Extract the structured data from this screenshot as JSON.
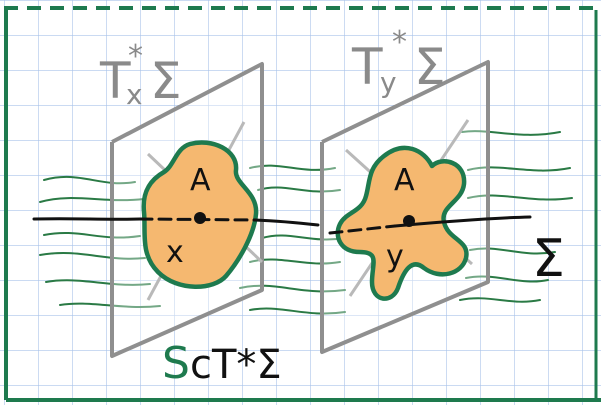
{
  "labels": {
    "tangent_x": "T",
    "tangent_x_star": "*",
    "tangent_x_sub": "x",
    "tangent_x_sigma": "Σ",
    "tangent_y": "T",
    "tangent_y_star": "*",
    "tangent_y_sub": "y",
    "tangent_y_sigma": "Σ",
    "blob_left_top": "A",
    "blob_left_bottom": "x",
    "blob_right_top": "A",
    "blob_right_bottom": "y",
    "manifold": "Σ",
    "subset_S": "S",
    "subset_rest": "cT*Σ"
  },
  "colors": {
    "frame_green": "#1e7a4e",
    "paper_grid": "#a9c3ea",
    "plane_gray": "#8f8f8f",
    "blob_fill": "#f5b870",
    "blob_edge": "#1e7a4e",
    "ink_black": "#111111",
    "flow_green": "#2a7a45"
  },
  "icons": {
    "point_left": "black-dot",
    "point_right": "black-dot"
  }
}
